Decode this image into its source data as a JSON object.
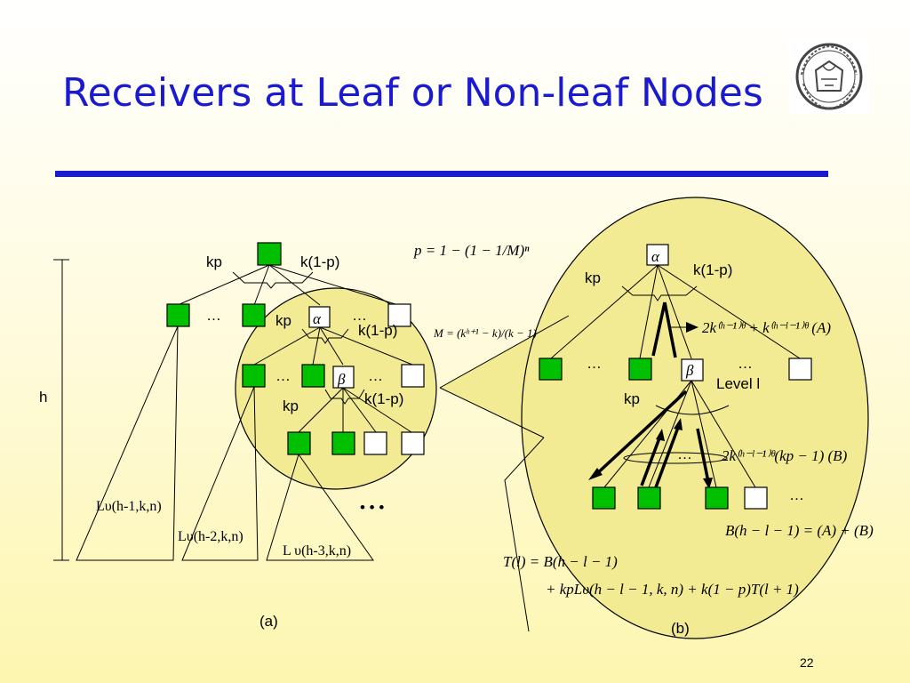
{
  "slide": {
    "title": "Receivers at Leaf or Non-leaf Nodes",
    "page_number": "22"
  },
  "diagram": {
    "ellipsis": "…",
    "more_dots": "• • •",
    "kp": "kp",
    "k1p": "k(1-p)",
    "height_label": "h",
    "alpha": "α",
    "beta": "β",
    "level_label": "Level l",
    "caption_a": "(a)",
    "caption_b": "(b)",
    "subtree_1": "Lυ(h-1,k,n)",
    "subtree_2": "Lυ(h-2,k,n)",
    "subtree_3": "L υ(h-3,k,n)",
    "eq_p": "p = 1 − (1 − 1/M)ⁿ",
    "eq_M": "M = (kʰ⁺¹ − k)/(k − 1)",
    "eq_A": "2k⁽ʰ⁻¹⁾ᶿ + k⁽ʰ⁻ˡ⁻¹⁾ᶿ  (A)",
    "eq_B": "2k⁽ʰ⁻ˡ⁻¹⁾ᶿ(kp − 1)  (B)",
    "eq_Bsum": "B(h − l − 1) = (A) + (B)",
    "eq_T1": "T(l) = B(h − l − 1)",
    "eq_T2": "+ kpLυ(h − l − 1, k, n) + k(1 − p)T(l + 1)"
  },
  "colors": {
    "title": "#1a1ad0",
    "receiver_node": "#00c000",
    "zoom_circle": "#f2eb93"
  }
}
